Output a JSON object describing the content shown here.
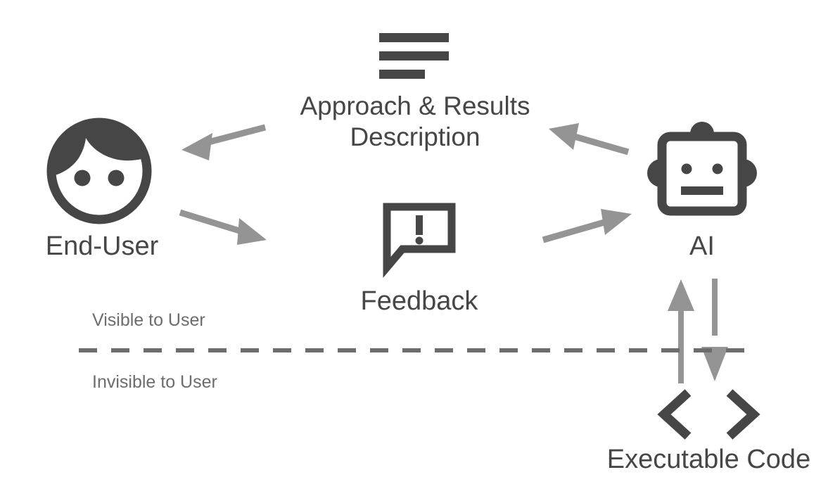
{
  "diagram": {
    "title": "Human-AI interaction loop with visibility boundary",
    "background_color": "#ffffff",
    "icon_color": "#464646",
    "arrow_color": "#949494",
    "boundary_color": "#6d6d6d",
    "label_color": "#464646"
  },
  "nodes": {
    "end_user": {
      "label": "End-User",
      "icon": "user-face-icon"
    },
    "description": {
      "line1": "Approach & Results",
      "line2": "Description",
      "icon": "document-lines-icon"
    },
    "feedback": {
      "label": "Feedback",
      "icon": "speech-bubble-exclamation-icon"
    },
    "ai": {
      "label": "AI",
      "icon": "robot-head-icon"
    },
    "executable_code": {
      "label": "Executable Code",
      "icon": "code-brackets-icon"
    }
  },
  "boundary": {
    "above_label": "Visible to User",
    "below_label": "Invisible to User",
    "style": "dashed"
  },
  "arrows": [
    {
      "name": "description-to-end-user",
      "from": "description",
      "to": "end_user",
      "direction": "left"
    },
    {
      "name": "ai-to-description",
      "from": "ai",
      "to": "description",
      "direction": "left"
    },
    {
      "name": "end-user-to-feedback",
      "from": "end_user",
      "to": "feedback",
      "direction": "right"
    },
    {
      "name": "feedback-to-ai",
      "from": "feedback",
      "to": "ai",
      "direction": "right"
    },
    {
      "name": "executable-code-to-ai",
      "from": "executable_code",
      "to": "ai",
      "direction": "up"
    },
    {
      "name": "ai-to-executable-code",
      "from": "ai",
      "to": "executable_code",
      "direction": "down"
    }
  ]
}
